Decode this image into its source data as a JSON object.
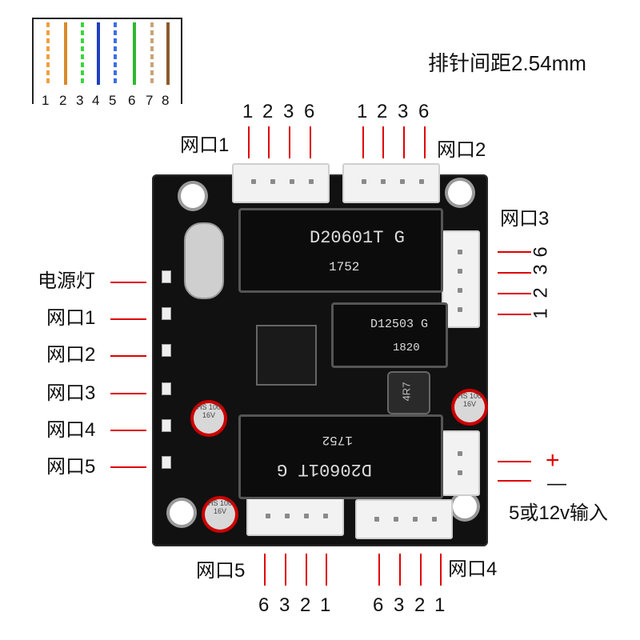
{
  "pin_legend": {
    "numbers": [
      "1",
      "2",
      "3",
      "4",
      "5",
      "6",
      "7",
      "8"
    ],
    "wire_colors": [
      "#f0a040",
      "#d98a2b",
      "#3bd63b",
      "#1f3fbf",
      "#3b6fe0",
      "#2eb82e",
      "#c9a27a",
      "#8b5a2b"
    ]
  },
  "pitch_note": "排针间距2.54mm",
  "ports": {
    "port1_label": "网口1",
    "port2_label": "网口2",
    "port3_label": "网口3",
    "port4_label": "网口4",
    "port5_label": "网口5",
    "port1_pins": [
      "1",
      "2",
      "3",
      "6"
    ],
    "port2_pins": [
      "1",
      "2",
      "3",
      "6"
    ],
    "port3_pins": [
      "3",
      "6",
      "1",
      "2"
    ],
    "port4_pins": [
      "6",
      "3",
      "2",
      "1"
    ],
    "port5_pins": [
      "6",
      "3",
      "2",
      "1"
    ]
  },
  "leds": {
    "power": "电源灯",
    "items": [
      "网口1",
      "网口2",
      "网口3",
      "网口4",
      "网口5"
    ]
  },
  "power_input": {
    "plus": "+",
    "minus": "—",
    "label": "5或12v输入"
  },
  "board": {
    "xfmr_top_part": "D20601T G",
    "xfmr_top_code": "1752",
    "xfmr_bottom_part": "D20601T G",
    "xfmr_bottom_code": "1752",
    "xfmr_mid_part": "D12503 G",
    "xfmr_mid_code": "1820",
    "cap_text": "HS 100 16V",
    "inductor_text": "4R7"
  }
}
